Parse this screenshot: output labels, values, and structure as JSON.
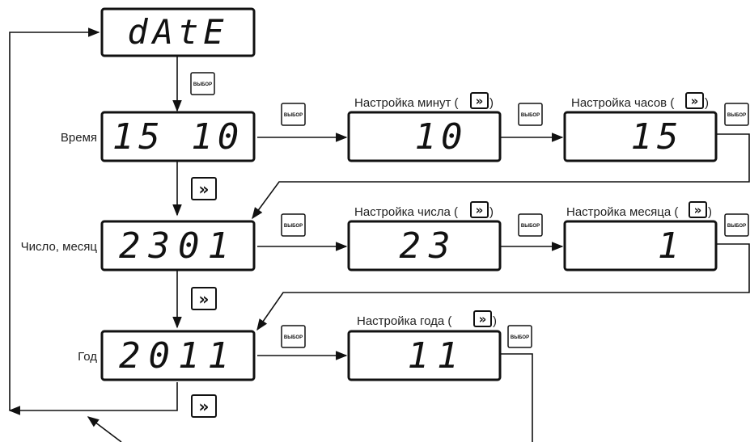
{
  "displays": {
    "date": "dAtE",
    "time": "15 10",
    "datemonth": "2301",
    "year": "2011",
    "minutes": "10",
    "hours": "15",
    "day": "23",
    "month": "1",
    "yearshort": "11"
  },
  "row_labels": {
    "time": "Время",
    "datemonth": "Число, месяц",
    "year": "Год"
  },
  "setting_labels": {
    "minutes": "Настройка минут (",
    "hours": "Настройка часов (",
    "day": "Настройка числа (",
    "month": "Настройка месяца (",
    "year": "Настройка года  ("
  },
  "close_paren": ")",
  "buttons": {
    "select": "ВЫБОР",
    "next": "»"
  }
}
